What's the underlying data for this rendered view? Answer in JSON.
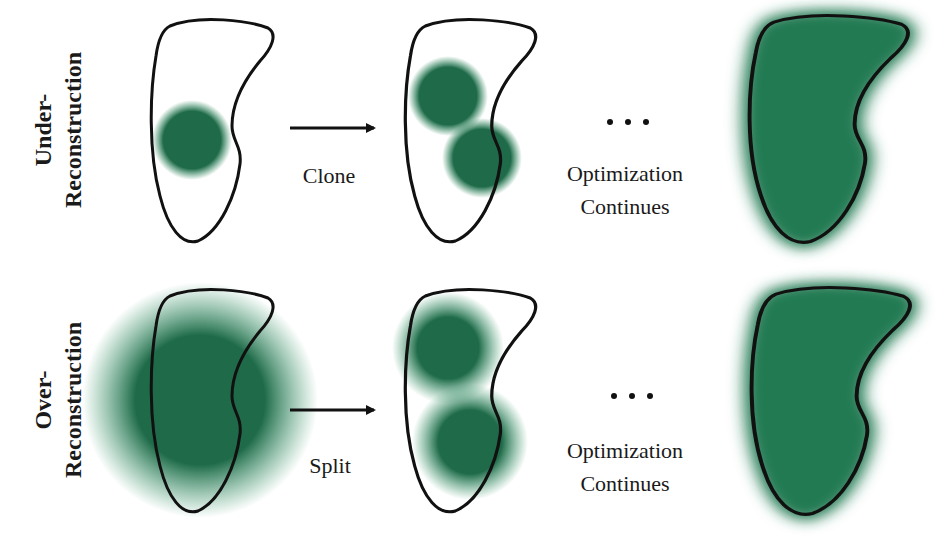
{
  "diagram": {
    "labels": [
      "Under- Reconstruction",
      "Clone",
      "Optimization Continues",
      "Over- Reconstruction",
      "Split",
      "Optimization Continues"
    ]
  }
}
